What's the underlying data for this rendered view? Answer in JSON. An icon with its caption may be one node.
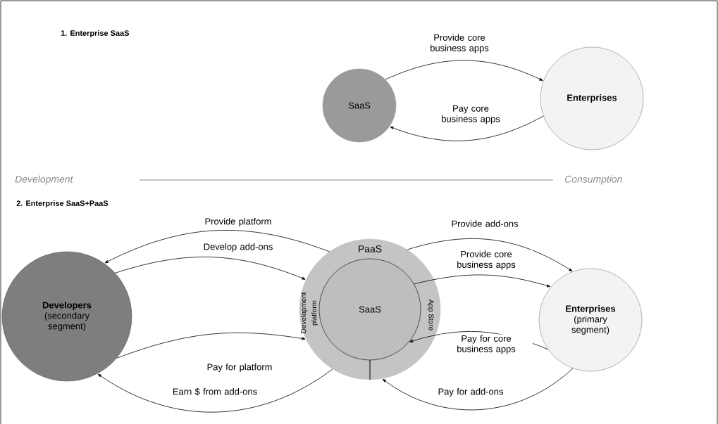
{
  "diagram": {
    "nodes": [
      {
        "text": [
          "SaaS"
        ]
      },
      {
        "text": [
          "Enterprises"
        ]
      },
      {
        "text": [
          "Developers",
          "(secondary segment)"
        ]
      },
      {
        "text": [
          "PaaS",
          "Development platform",
          "App Store"
        ]
      },
      {
        "text": [
          "SaaS"
        ],
        "in": 3
      },
      {
        "text": [
          "Enterprises",
          "(primary segment)"
        ]
      }
    ],
    "edges": [
      {
        "from": 0,
        "to": 1,
        "arrow": "to",
        "label": "Provide core business apps"
      },
      {
        "from": 1,
        "to": 0,
        "arrow": "to",
        "label": "Pay core business apps"
      },
      {
        "from": 3,
        "to": 2,
        "arrow": "to",
        "label": "Provide platform"
      },
      {
        "from": 2,
        "to": 3,
        "arrow": "to",
        "label": "Develop add-ons"
      },
      {
        "from": 3,
        "to": 5,
        "arrow": "to",
        "label": "Provide add-ons"
      },
      {
        "from": 4,
        "to": 5,
        "arrow": "to",
        "label": "Provide core business apps"
      },
      {
        "from": 5,
        "to": 4,
        "arrow": "to",
        "label": "Pay for core business apps"
      },
      {
        "from": 2,
        "to": 3,
        "arrow": "to",
        "label": "Pay for platform"
      },
      {
        "from": 3,
        "to": 2,
        "arrow": "to",
        "label": "Earn $ from add-ons"
      },
      {
        "from": 5,
        "to": 3,
        "arrow": "to",
        "label": "Pay for add-ons"
      }
    ],
    "labels": [
      "1. Enterprise SaaS",
      "Development",
      "Consumption",
      "2. Enterprise SaaS+PaaS"
    ]
  }
}
